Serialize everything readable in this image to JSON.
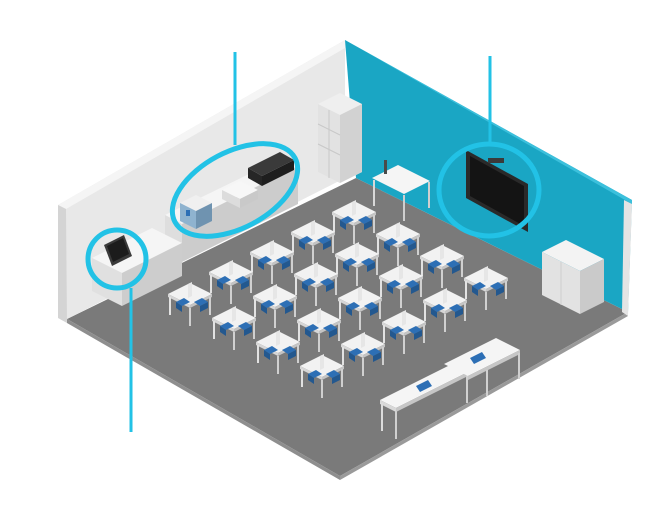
{
  "colors": {
    "background": "#ffffff",
    "floor": "#7a7a7a",
    "floor_edge": "#8c8c8c",
    "left_wall": "#e8e8e8",
    "wall_top": "#f4f4f4",
    "right_wall": "#1aa6c4",
    "right_wall_shadow": "#1592ad",
    "highlight": "#22c2e6",
    "desk_top": "#f2f2f2",
    "desk_side": "#cfcfcf",
    "chair": "#2d6fb5",
    "screen": "#2a2a2a",
    "cabinet": "#e4e4e4"
  },
  "callouts": [
    {
      "name": "makerspace-equipment-callout",
      "icon": "3d-printer-icon"
    },
    {
      "name": "interactive-display-callout",
      "icon": "display-panel-icon"
    },
    {
      "name": "tablet-kiosk-callout",
      "icon": "tablet-icon"
    }
  ]
}
